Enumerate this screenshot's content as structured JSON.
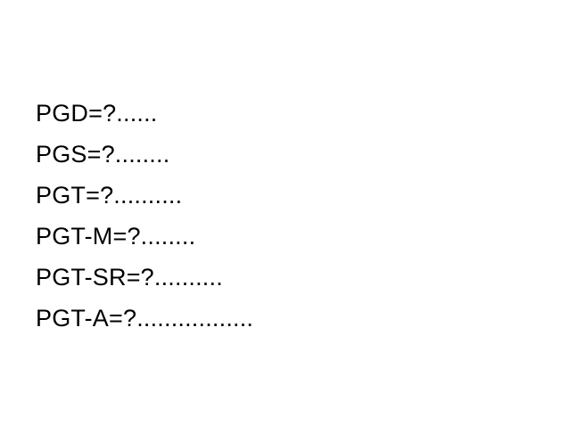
{
  "slide": {
    "lines": [
      "PGD=?......",
      "PGS=?........",
      "PGT=?..........",
      "PGT-M=?........",
      "PGT-SR=?..........",
      "PGT-A=?................."
    ]
  }
}
